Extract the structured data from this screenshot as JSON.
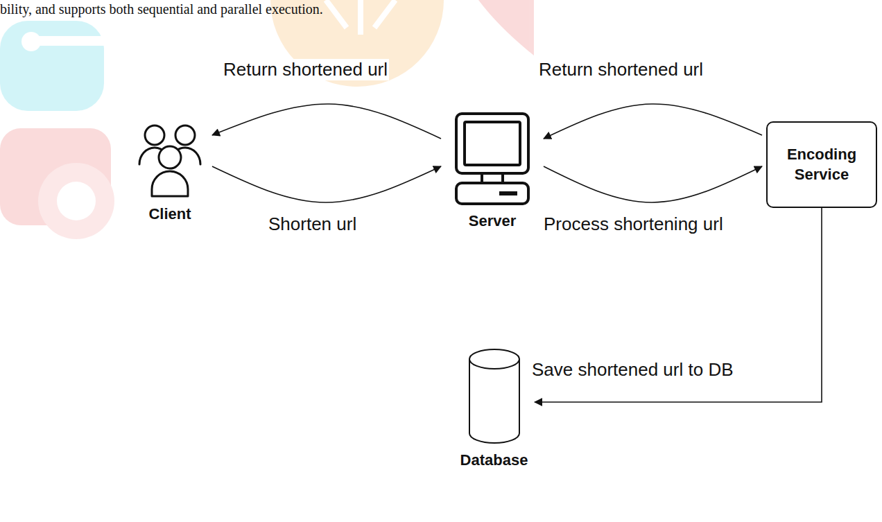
{
  "diagram": {
    "nodes": [
      {
        "text": [
          "Client"
        ]
      },
      {
        "text": [
          "Server"
        ]
      },
      {
        "text": [
          "Encoding Service"
        ]
      },
      {
        "text": [
          "Database"
        ]
      }
    ],
    "edges": [
      {
        "from": 1,
        "to": 0,
        "arrow": "to",
        "label": "Return shortened url"
      },
      {
        "from": 0,
        "to": 1,
        "arrow": "to",
        "label": "Shorten url"
      },
      {
        "from": 2,
        "to": 1,
        "arrow": "to",
        "label": "Return shortened url"
      },
      {
        "from": 1,
        "to": 2,
        "arrow": "to",
        "label": "Process shortening url"
      },
      {
        "from": 2,
        "to": 3,
        "arrow": "to",
        "label": "Save shortened url to DB"
      }
    ],
    "labels": [
      "bility, and supports both sequential and parallel execution."
    ]
  }
}
